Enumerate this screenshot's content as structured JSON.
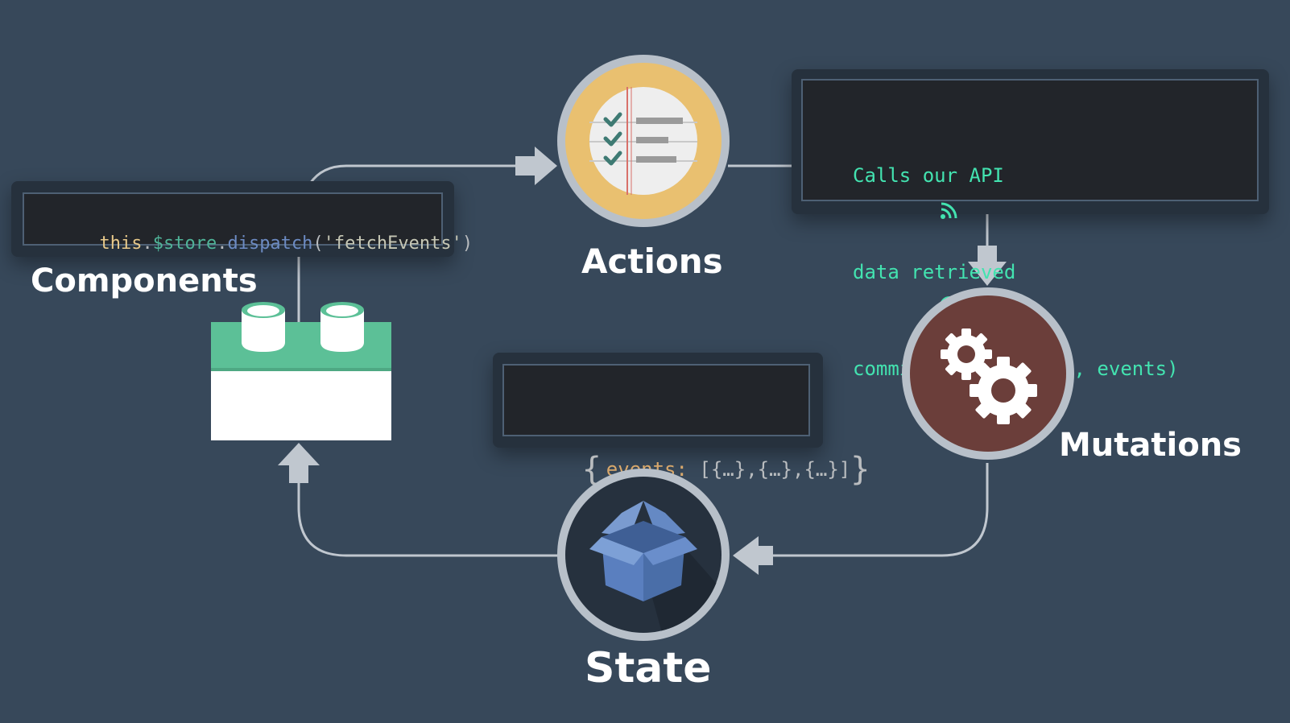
{
  "labels": {
    "components": "Components",
    "actions": "Actions",
    "mutations": "Mutations",
    "state": "State"
  },
  "dispatch_code": {
    "this": "this",
    "dot1": ".",
    "store": "$store",
    "dot2": ".",
    "dispatch": "dispatch",
    "open": "(",
    "arg": "'fetchEvents'",
    "close": ")"
  },
  "actions_code": {
    "lines": [
      {
        "icon": "rss-icon",
        "text": "Calls our API"
      },
      {
        "icon": "check-circle-icon",
        "text": "data retrieved"
      },
      {
        "icon": "check-circle-icon",
        "text": "commit('SET_EVENTS', events)"
      }
    ]
  },
  "state_code": {
    "brace_open": "{",
    "key": "events:",
    "value": " [{…},{…},{…}]",
    "brace_close": "}"
  },
  "colors": {
    "background": "#37485a",
    "connector": "#c0c7cf",
    "actions_circle": "#e9c070",
    "mutations_circle": "#6b3e3a",
    "state_circle": "#26313e",
    "component_green": "#5cc097",
    "code_green": "#43e3b0"
  },
  "icons": {
    "actions": "checklist-icon",
    "mutations": "gears-icon",
    "state": "box-icon",
    "components": "lego-brick-icon"
  }
}
